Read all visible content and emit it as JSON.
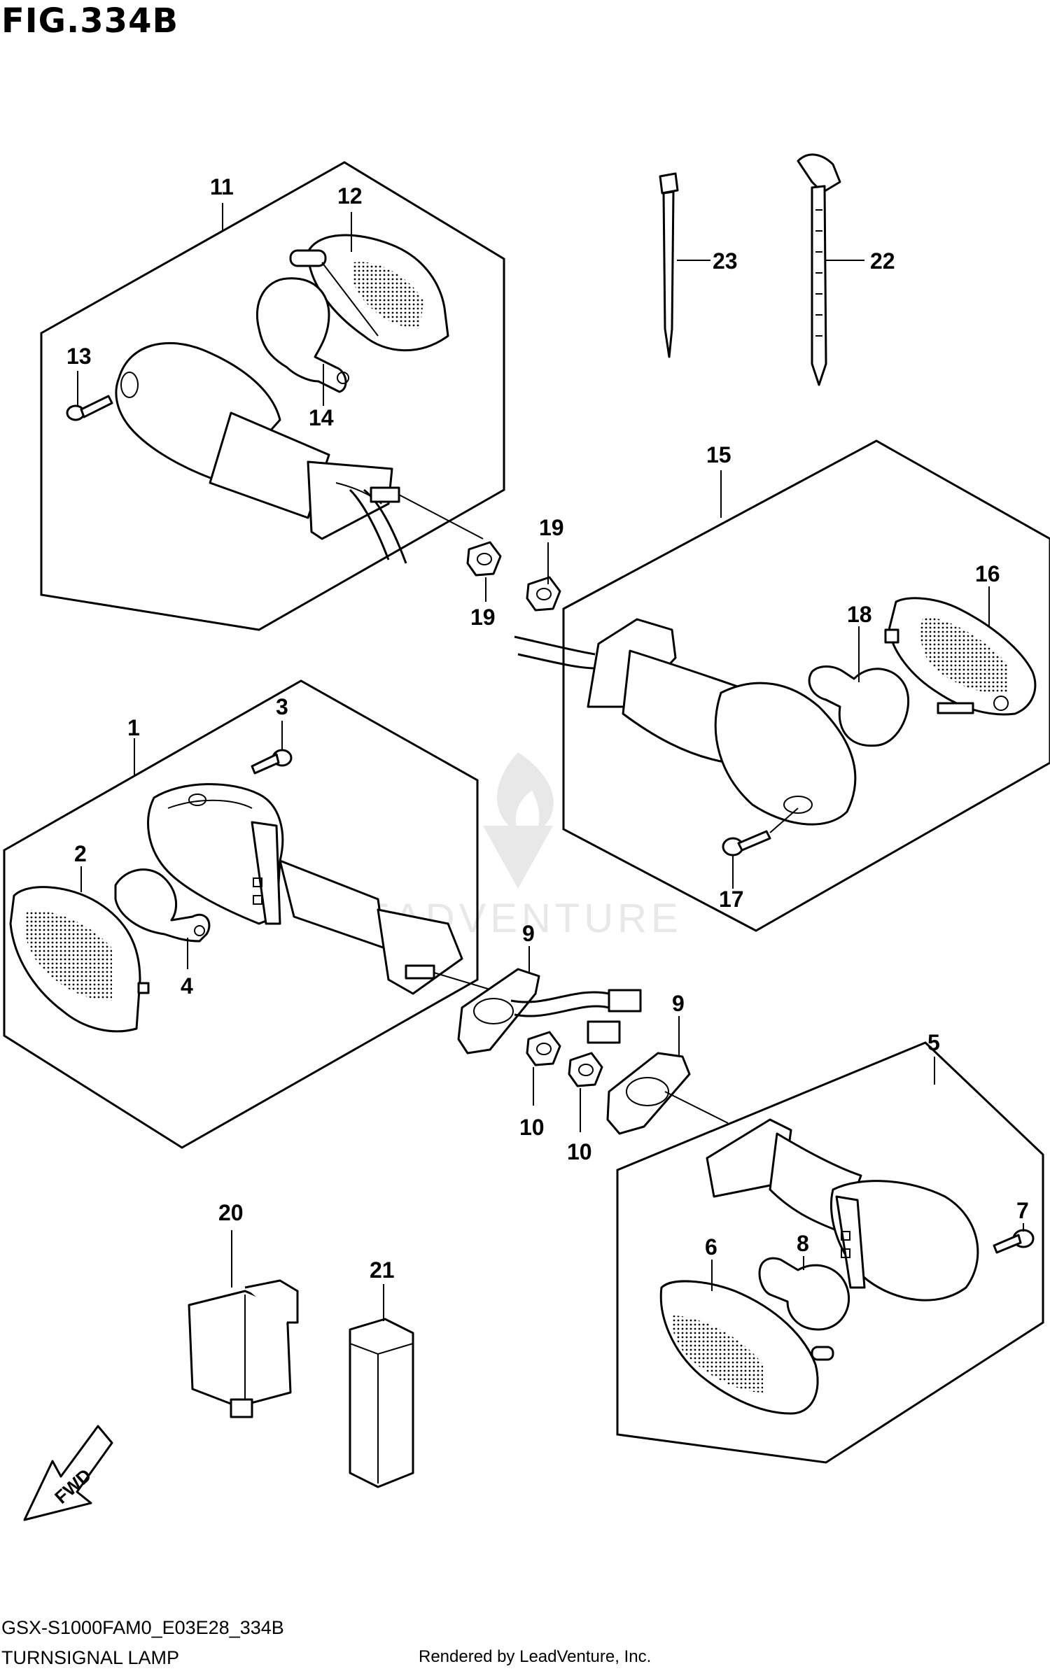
{
  "figure": {
    "title": "FIG.334B",
    "model_code": "GSX-S1000FAM0_E03E28_334B",
    "section_name": "TURNSIGNAL LAMP",
    "rendered_by": "Rendered by LeadVenture, Inc.",
    "watermark": "LEADVENTURE",
    "fwd_label": "FWD"
  },
  "callouts": {
    "c1": "1",
    "c2": "2",
    "c3": "3",
    "c4": "4",
    "c5": "5",
    "c6": "6",
    "c7": "7",
    "c8": "8",
    "c9a": "9",
    "c9b": "9",
    "c10a": "10",
    "c10b": "10",
    "c11": "11",
    "c12": "12",
    "c13": "13",
    "c14": "14",
    "c15": "15",
    "c16": "16",
    "c17": "17",
    "c18": "18",
    "c19a": "19",
    "c19b": "19",
    "c20": "20",
    "c21": "21",
    "c22": "22",
    "c23": "23"
  }
}
